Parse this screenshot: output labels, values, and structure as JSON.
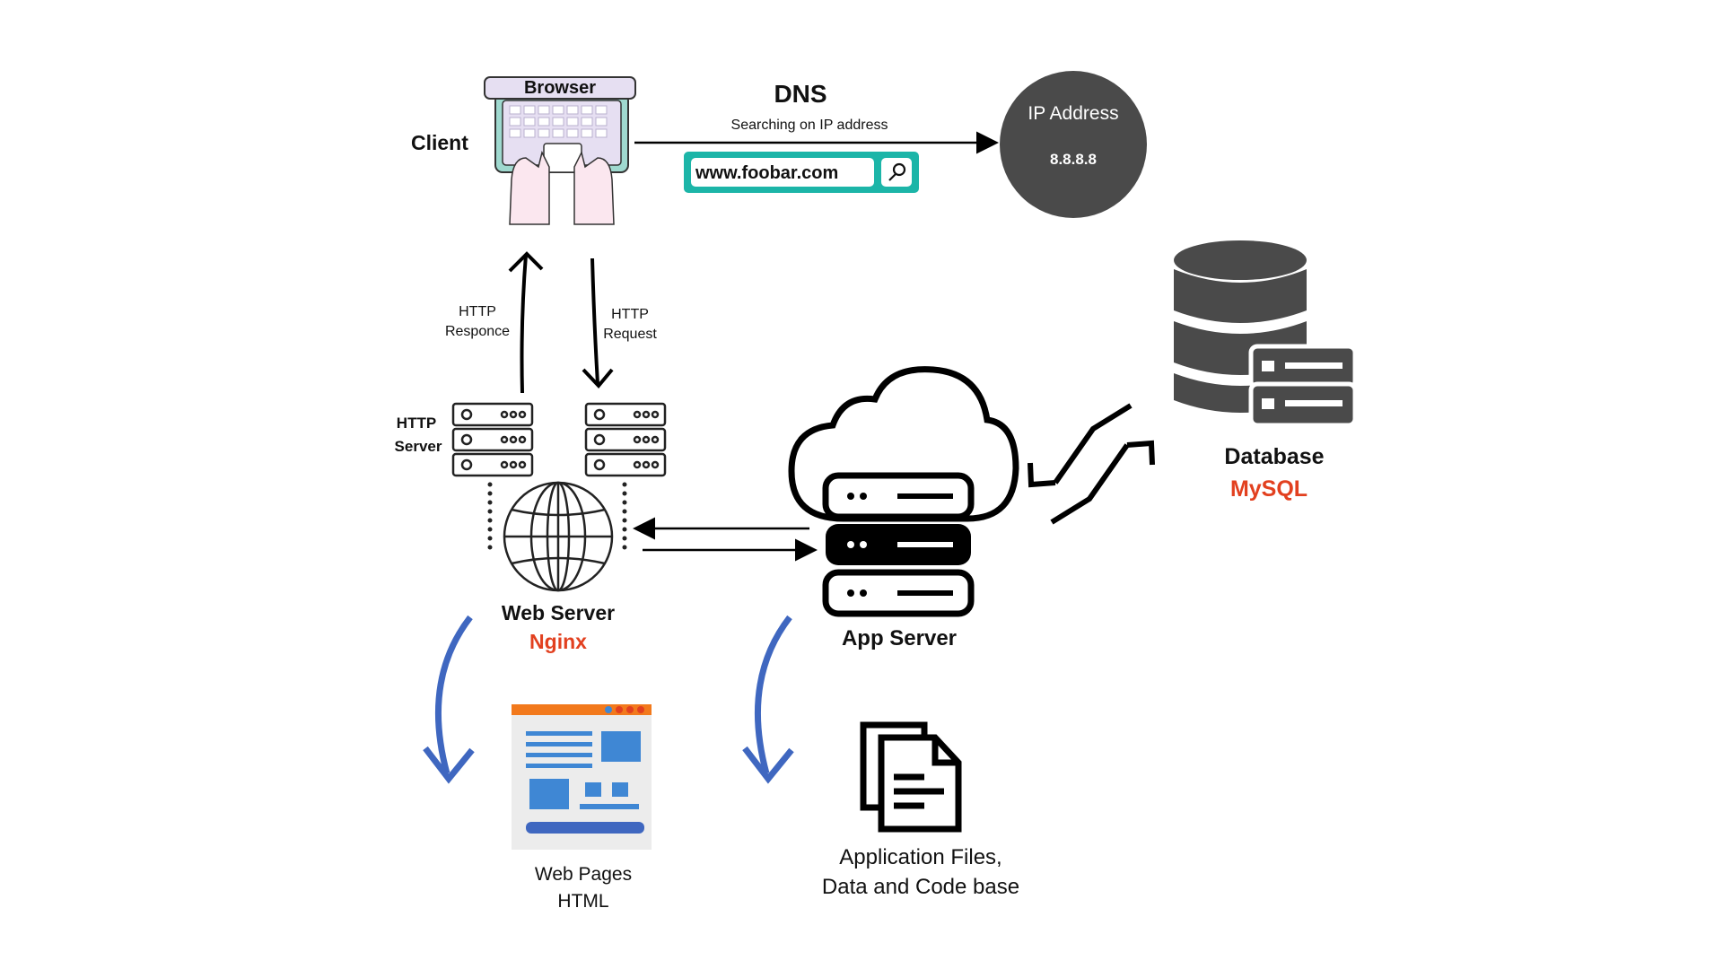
{
  "client": {
    "label": "Client",
    "browser_label": "Browser"
  },
  "dns": {
    "title": "DNS",
    "subtitle": "Searching on IP address",
    "search_url": "www.foobar.com",
    "search_icon": "search-icon"
  },
  "ip": {
    "title": "IP Address",
    "value": "8.8.8.8"
  },
  "http": {
    "response_line1": "HTTP",
    "response_line2": "Responce",
    "request_line1": "HTTP",
    "request_line2": "Request",
    "server_line1": "HTTP",
    "server_line2": "Server"
  },
  "web_server": {
    "title": "Web Server",
    "name": "Nginx"
  },
  "app_server": {
    "title": "App Server"
  },
  "database": {
    "title": "Database",
    "name": "MySQL"
  },
  "web_pages": {
    "line1": "Web Pages",
    "line2": "HTML"
  },
  "app_files": {
    "line1": "Application Files,",
    "line2": "Data and Code base"
  },
  "colors": {
    "accent_red": "#e2401f",
    "teal": "#1cb5a8",
    "dark_gray": "#4a4a4a",
    "curve_blue": "#3f67c0",
    "page_orange": "#f2791c",
    "page_blue": "#3f87d4"
  }
}
